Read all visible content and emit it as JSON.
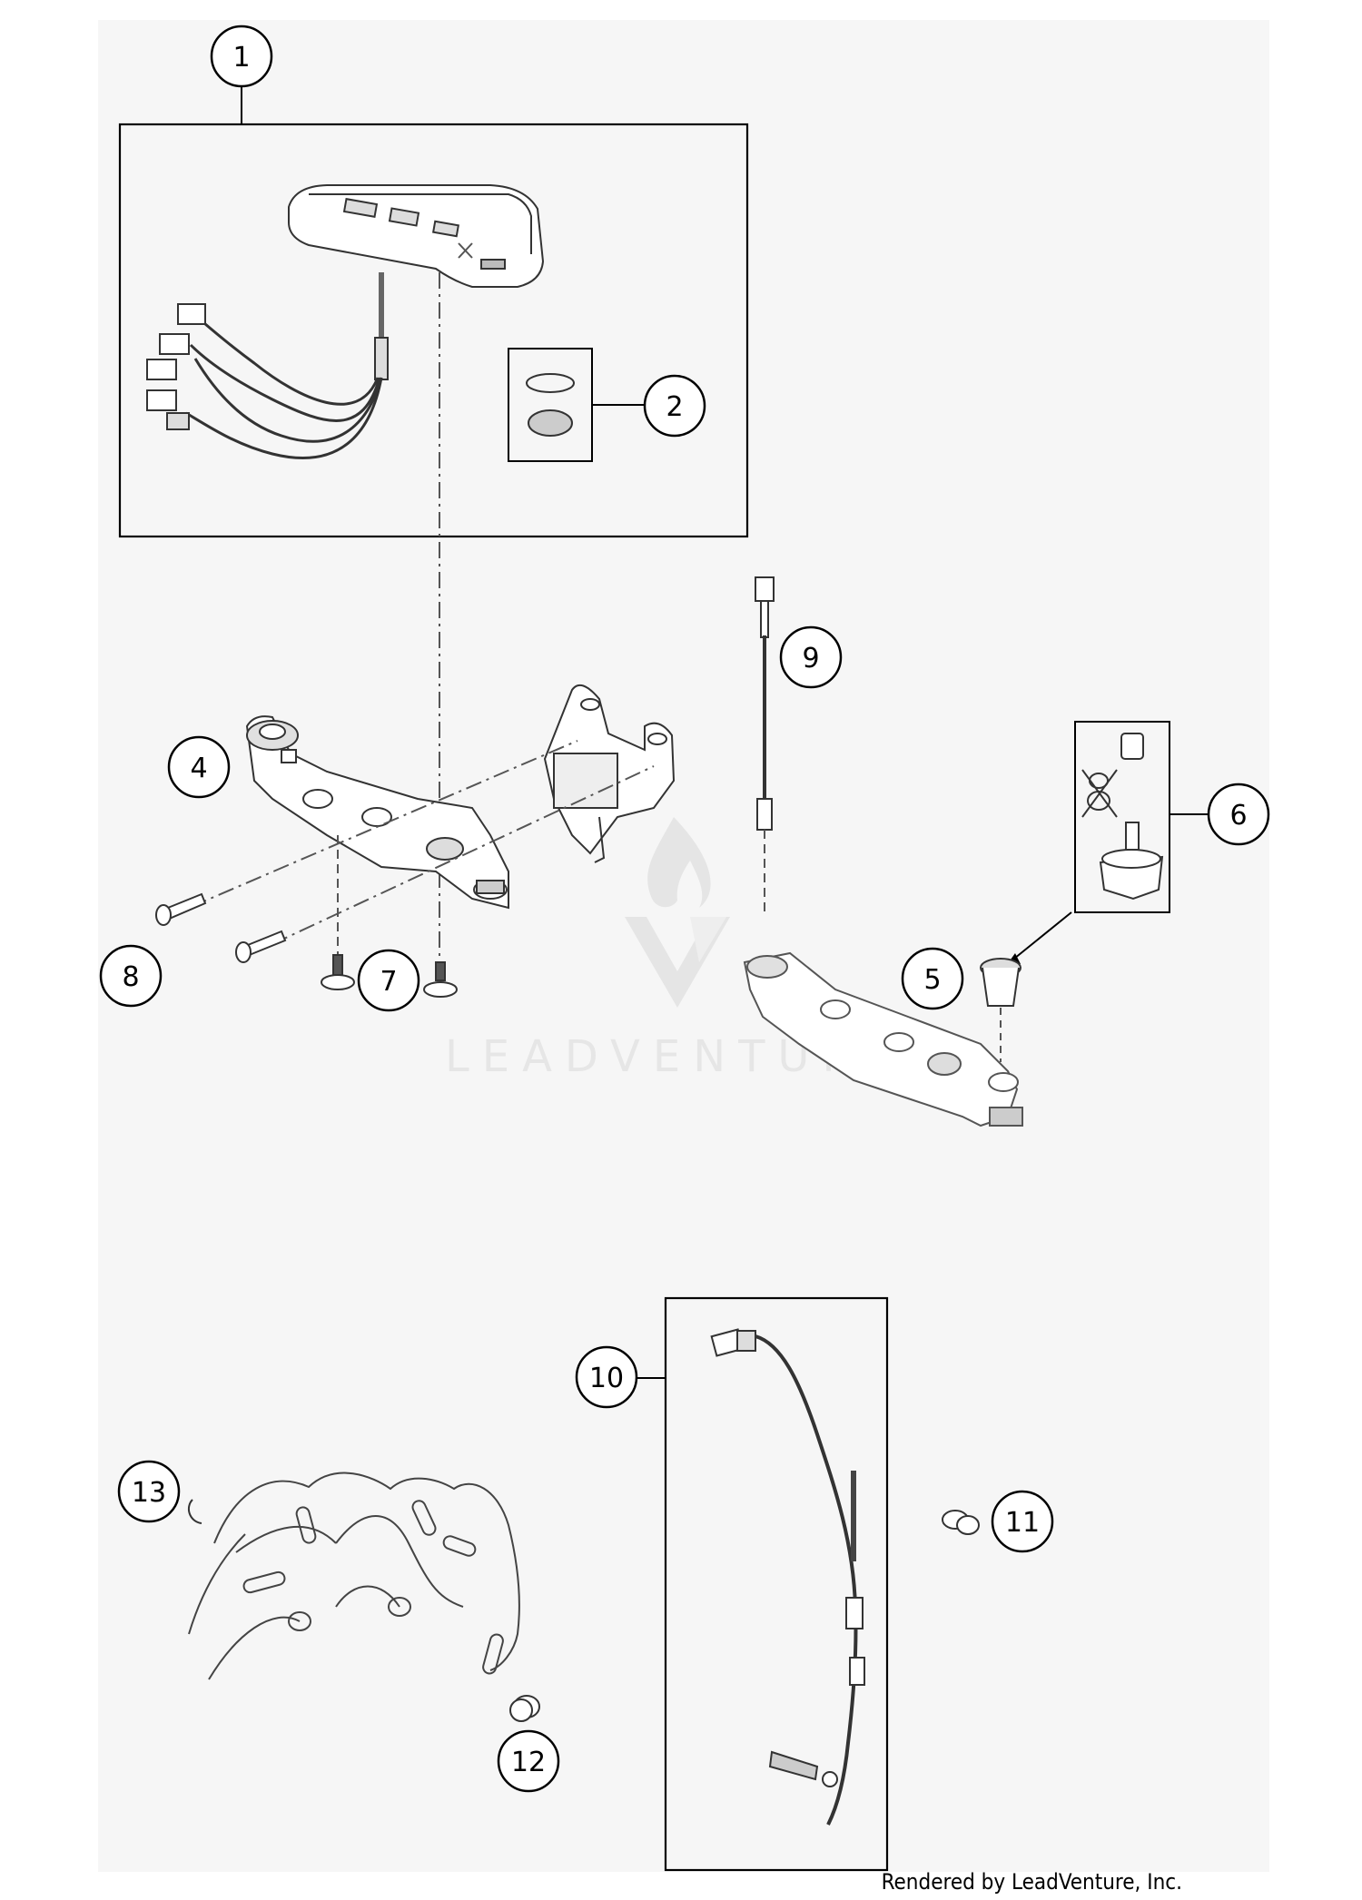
{
  "diagram": {
    "callouts": [
      "1",
      "2",
      "4",
      "5",
      "6",
      "7",
      "8",
      "9",
      "10",
      "11",
      "12",
      "13"
    ]
  },
  "watermark": {
    "text": "LEADVENTURE"
  },
  "footer": {
    "credit": "Rendered by LeadVenture, Inc."
  }
}
